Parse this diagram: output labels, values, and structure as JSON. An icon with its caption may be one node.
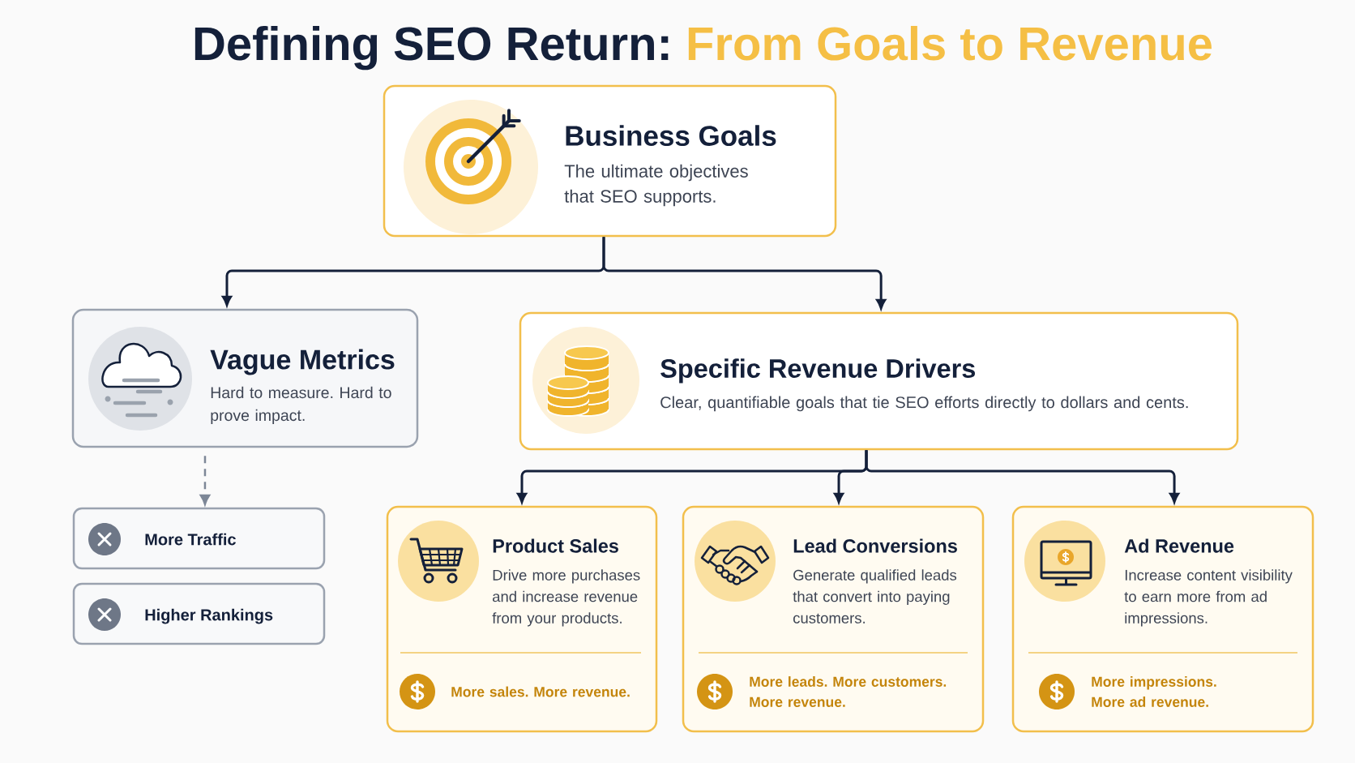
{
  "diagram": {
    "title": "Defining SEO Return: From Goals to Revenue",
    "nodes": [
      {
        "text": [
          "Business Goals",
          "The ultimate objectives that SEO supports."
        ]
      },
      {
        "text": [
          "Vague Metrics",
          "Hard to measure. Hard to prove impact."
        ]
      },
      {
        "text": [
          "Specific Revenue Drivers",
          "Clear, quantifiable goals that tie SEO efforts directly to dollars and cents."
        ]
      },
      {
        "text": [
          "More Traffic"
        ]
      },
      {
        "text": [
          "Higher Rankings"
        ]
      },
      {
        "text": [
          "Product Sales",
          "Drive more purchases and increase revenue from your products.",
          "More sales. More revenue."
        ]
      },
      {
        "text": [
          "Lead Conversions",
          "Generate qualified leads that convert into paying customers.",
          "More leads. More customers. More revenue."
        ]
      },
      {
        "text": [
          "Ad Revenue",
          "Increase content visibility to earn more from ad impressions.",
          "More impressions. More ad revenue."
        ]
      }
    ],
    "edges": [
      {
        "from": 0,
        "to": 1,
        "arrow": "to"
      },
      {
        "from": 0,
        "to": 2,
        "arrow": "to"
      },
      {
        "from": 1,
        "to": 3,
        "arrow": "to",
        "style": "dashed",
        "color": "#7d8797"
      },
      {
        "from": 2,
        "to": 5,
        "arrow": "to"
      },
      {
        "from": 2,
        "to": 6,
        "arrow": "to"
      },
      {
        "from": 2,
        "to": 7,
        "arrow": "to"
      }
    ]
  }
}
